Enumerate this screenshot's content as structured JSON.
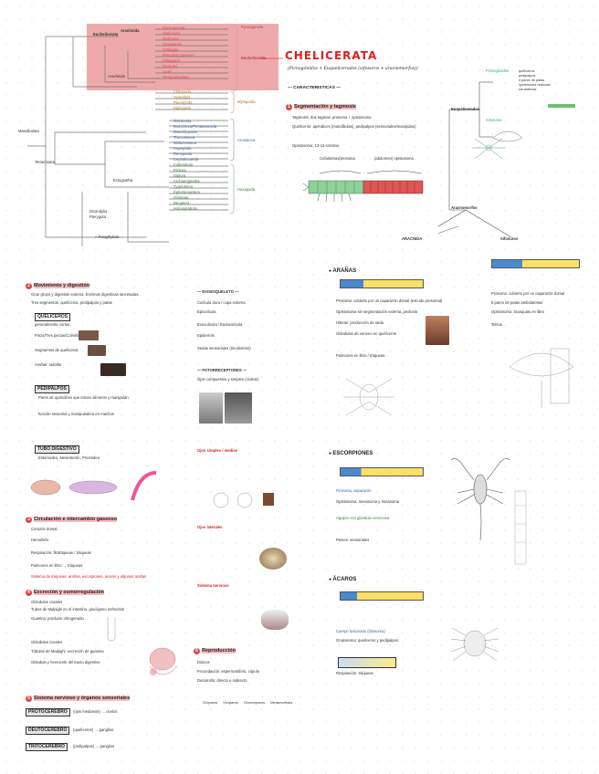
{
  "title": "CHELICERATA",
  "subtitle": "(Picnogónidos + Euquelicerados (xifosuros + aracnomorfos))",
  "characteristics_heading": "— CARACTERISTICAS —",
  "tree": {
    "chelicerata_taxa": [
      "Pycnogonida",
      "Xiphosura",
      "Opiliones",
      "Scorpiones",
      "Solifugae",
      "Pseudoscorpiones",
      "Palpigradi",
      "Ricinulei",
      "Acari",
      "Tetrapulmonata"
    ],
    "myriapoda_taxa": [
      "Chilopoda",
      "Symphyla",
      "Pauropoda",
      "Diplopoda"
    ],
    "crustacea_taxa": [
      "Ostracoda",
      "Branchiura/Pentastomida",
      "Branchiopoda",
      "Thecostraca",
      "Malacostraca",
      "Copepoda",
      "Remipedia",
      "Cephalocarida"
    ],
    "hexapoda_taxa": [
      "Collembola",
      "Protura",
      "Diplura",
      "Archaeognatha",
      "Zygentoma",
      "Ephemeroptera",
      "Odonata",
      "Neoptera",
      "Holometabola"
    ],
    "groups": [
      "Pycnogonida",
      "Euchelicerata",
      "Myriapoda",
      "Crustacea",
      "Hexapoda"
    ],
    "nodes": [
      "Euchelicerata",
      "Arachnida",
      "Arachnida",
      "Mandibulata",
      "Tetraconata",
      "Ectognatha",
      "Dicondylia",
      "Pterygota",
      "Paraphyletic"
    ]
  },
  "segmentation": {
    "heading": "Segmentación y tagmosis",
    "line1": "Tagmosis: dos tagmas: prosoma + opistosoma",
    "line2": "Quelíceros: apéndices (mandíbulas), pedipalpos (sensoriales/manipulan)",
    "line3": "Opistosoma: 12-13 somitos",
    "prosoma_label": "Cefalotórax/prosoma",
    "opisto_label": "(abdomen) opistosoma"
  },
  "diagram_right": {
    "picnogonidos": "Picnogónidos",
    "euquelicerados": "Euquelicerados",
    "xifosuros": "Xifosuros",
    "aracnomorfos": "Aracnomorfos",
    "arachnida": "ARACNIDA",
    "box_lines": [
      "quelíceros",
      "pedipalpos",
      "4 pares de patas",
      "opistosoma reducido",
      "sin antenas"
    ]
  },
  "left_col": {
    "movement": {
      "heading": "Movimiento y digestión",
      "l1": "Gran grupo y digestión externa. Enzimas digestivas secretadas.",
      "l2": "Tres segmentos: quelíceros, pedipalpos y patas",
      "tag1": "QUELÍCEROS",
      "tag1_note": "generalmente cortos",
      "l3": "Pinza/Tres piezas/Colmillo",
      "l4": "Segmentos de quelíceros",
      "l5": "Arañas: rastrillo",
      "tag2": "PEDIPALPOS",
      "tag2_note": "Pares de apéndices que toman alimento y manipulan",
      "l6": "función sensorial y manipuladora en machos",
      "tag3": "TUBO DIGESTIVO",
      "tag3_note": "Estomodeo, Mesenterón, Proctodeo"
    },
    "circulation": {
      "heading": "Circulación e intercambio gaseoso",
      "l1": "Corazón dorsal",
      "l2": "Hemolinfa",
      "l3": "Respiración: filotráqueas / tráqueas",
      "l4": "Pulmones en libro → tráqueas",
      "l5": "Sistema de tráqueas: arañas, escorpiones, ácaros y algunas arañas"
    },
    "excretion": {
      "heading": "Excreción y osmorregulación",
      "l1": "Glándulas coxales",
      "l2": "Tubos de Malpighi en el intestino, glucógeno nefrocitos",
      "l3": "Guanina: producto nitrogenado",
      "l4": "Glándulas coxales",
      "l5": "Túbulos de Malpighi: excreción de guanina",
      "l6": "Glándula y hemocele del tracto digestivo"
    },
    "nervous": {
      "heading": "Sistema nervioso y órganos sensoriales",
      "tag1": "PROTOCEREBRO",
      "tag1_note": "(ojos medianos) → ocelos",
      "tag2": "DEUTOCEREBRO",
      "tag2_note": "(quelíceros) → ganglios",
      "tag3": "TRITOCEREBRO",
      "tag3_note": "(pedipalpos) → ganglios"
    }
  },
  "middle_col": {
    "h1": "— EXOESQUELETO —",
    "m1": "Cutícula dura / capa externa",
    "m2": "Epicutícula",
    "m3": "Exocutícula / Endocutícula",
    "m4": "Epidermis",
    "m5": "Sedas sensoriales (tricobotrios)",
    "h2": "— FOTORRECEPTORES —",
    "m6": "Ojos compuestos y simples (ocelos)",
    "eyes_heading": "Ojos simples / medios",
    "eyes_heading2": "Ojos laterales",
    "eyes_heading3": "Sistema nervioso",
    "repro_heading": "Reproducción",
    "repro_l1": "Dioicos",
    "repro_l2": "Fecundación: espermatóforo, cópula",
    "repro_l3": "Desarrollo: directo e indirecto",
    "repro_tags": [
      "Ovíparos",
      "Vivíparos",
      "Ovovivíparos",
      "Metamorfosis"
    ]
  },
  "right_col": {
    "aranas": "ARAÑAS",
    "aranas_l1": "Prosoma: cubierto por un caparazón dorsal (escudo prosomal)",
    "aranas_l2": "Opistosoma sin segmentación externa, pedicelo",
    "aranas_l3": "Hileras: producción de seda",
    "aranas_l4": "Glándulas de veneno en quelíceros",
    "aranas_l5": "Pulmones en libro / tráqueas",
    "escorpiones": "ESCORPIONES",
    "esc_l1": "Prosoma: caparazón",
    "esc_l2": "Opistosoma: mesosoma y metasoma",
    "esc_l3": "Aguijón con glándula venenosa",
    "esc_l4": "Peines: sensoriales",
    "acaros": "ÁCAROS",
    "acaros_l1": "Cuerpo fusionado (idiosoma)",
    "acaros_l2": "Gnatosoma: quelíceros y pedipalpos",
    "acaros_l3": "Respiración: tráqueas",
    "xifosuros_title": "XIFOSUROS",
    "xif_l1": "Prosoma: cubierto por un caparazón dorsal",
    "xif_l2": "5 pares de patas ambulatorias",
    "xif_l3": "Opistosoma: branquias en libro",
    "xif_l4": "Telson"
  },
  "legend_paraphyletic": "= Paraphyletic"
}
